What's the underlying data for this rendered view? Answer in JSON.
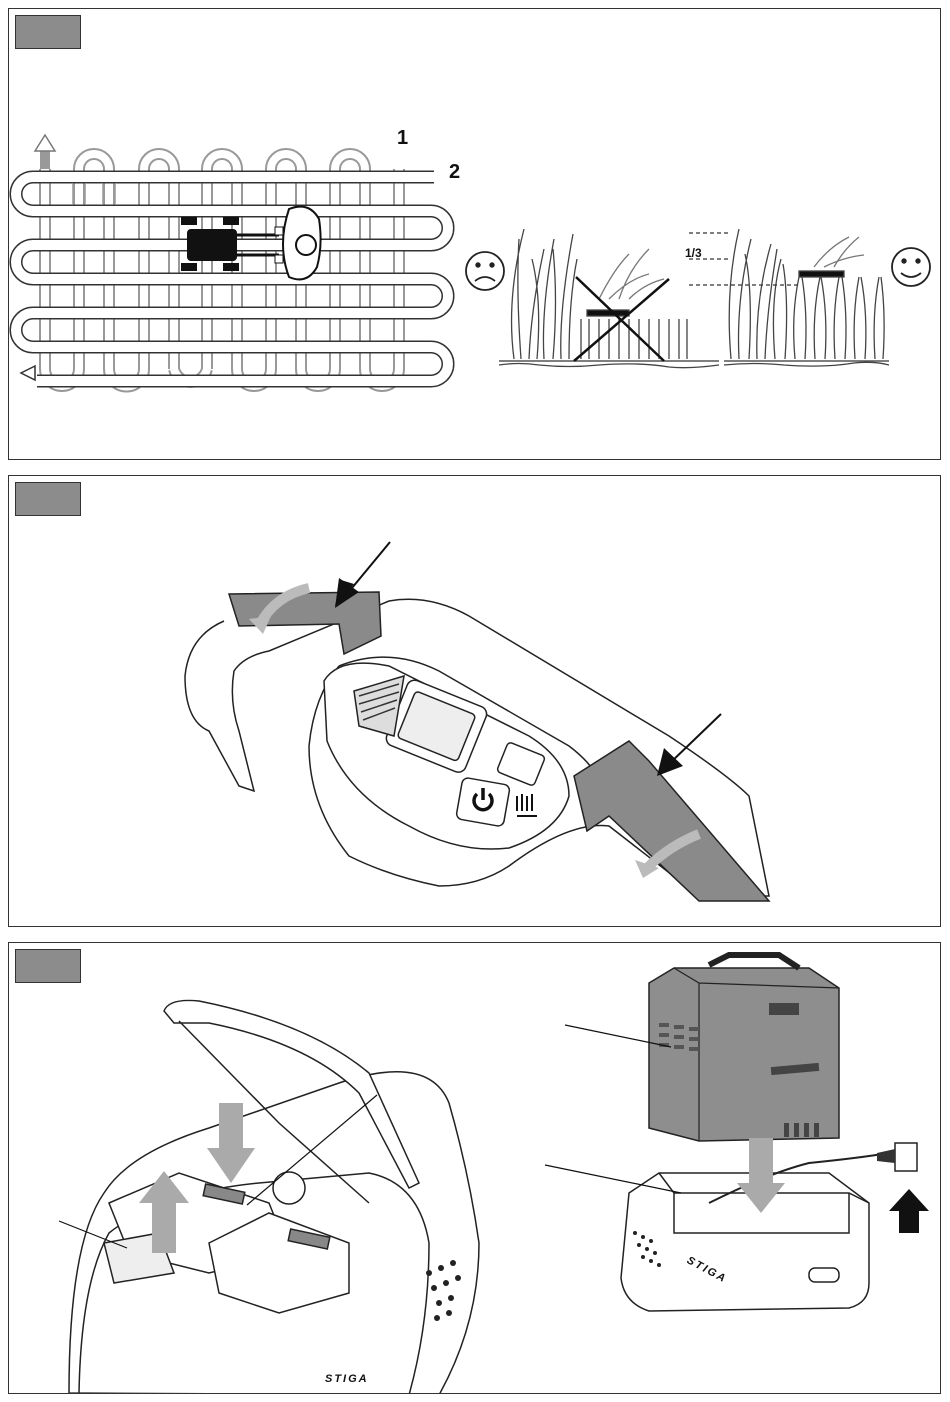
{
  "panel1": {
    "label_1": "1",
    "label_2": "2",
    "fraction": "1/3"
  },
  "panel2": {},
  "panel3": {
    "brand_left": "STIGA",
    "brand_right": "STIGA"
  },
  "colors": {
    "tag_gray": "#8c8c8c",
    "line": "#222222",
    "handle_gray": "#8a8a8a",
    "arrow_gray": "#b5b5b5",
    "battery_gray": "#8e8e8e"
  }
}
